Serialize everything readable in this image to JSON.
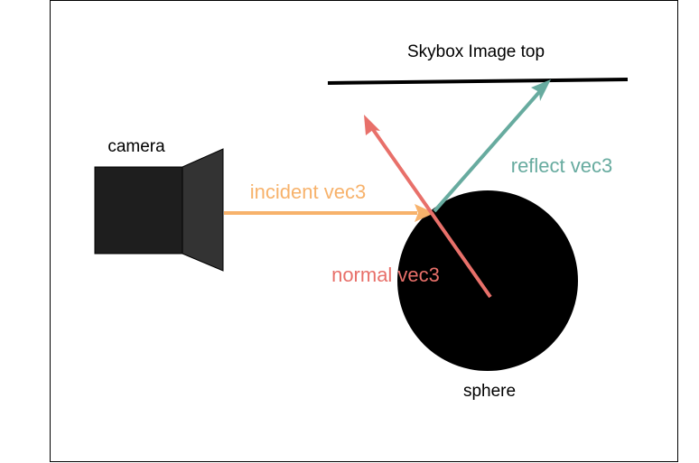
{
  "diagram": {
    "skybox_label": "Skybox Image top",
    "camera_label": "camera",
    "sphere_label": "sphere",
    "vectors": {
      "incident": {
        "label": "incident vec3",
        "color": "#f7b26b"
      },
      "normal": {
        "label": "normal vec3",
        "color": "#e8706a"
      },
      "reflect": {
        "label": "reflect vec3",
        "color": "#67ab9f"
      }
    },
    "colors": {
      "frame": "#000000",
      "skybox_line": "#000000",
      "sphere": "#000000",
      "camera_body": "#1e1e1e",
      "camera_lens": "#333333"
    }
  }
}
